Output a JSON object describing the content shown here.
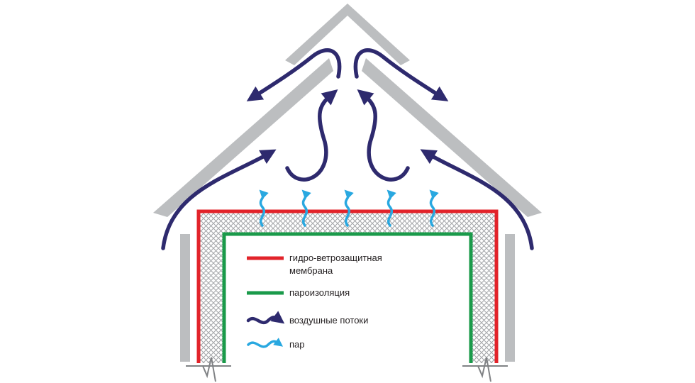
{
  "colors": {
    "roof": "#bcbec0",
    "membrane": "#e2232a",
    "vapor_barrier": "#1a9a4a",
    "air_flow": "#2e2a6e",
    "vapor": "#29a8e0",
    "insulation_hatch": "#a7a9ac",
    "text": "#231f20"
  },
  "legend": {
    "membrane_line1": "гидро-ветрозащитная",
    "membrane_line2": "мембрана",
    "vapor_barrier": "пароизоляция",
    "air_flow": "воздушные потоки",
    "vapor": "пар"
  },
  "icons": {
    "air_flow": "wavy-arrow-icon",
    "vapor": "wavy-arrow-icon"
  }
}
